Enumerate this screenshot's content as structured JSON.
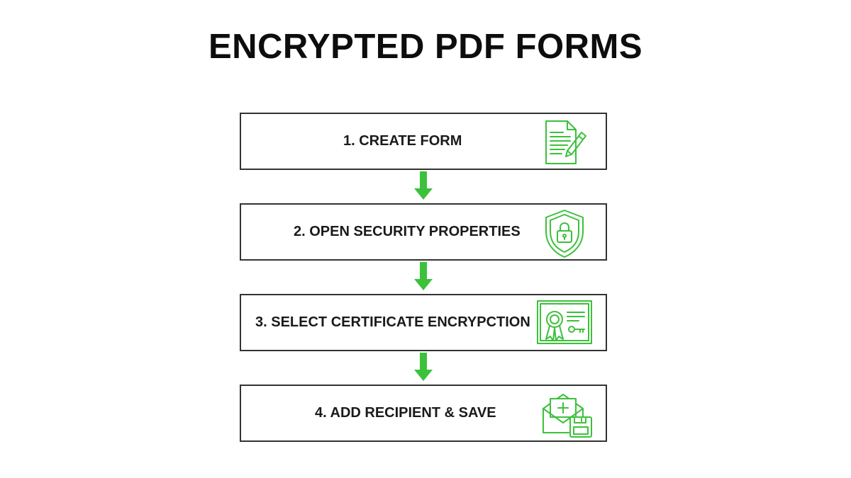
{
  "title": "ENCRYPTED PDF FORMS",
  "accent_color": "#3cc13b",
  "steps": [
    {
      "label": "1. CREATE FORM",
      "icon": "document-edit-icon"
    },
    {
      "label": "2. OPEN SECURITY PROPERTIES",
      "icon": "shield-lock-icon"
    },
    {
      "label": "3. SELECT CERTIFICATE ENCRYPCTION",
      "icon": "certificate-icon"
    },
    {
      "label": "4. ADD RECIPIENT & SAVE",
      "icon": "envelope-save-icon"
    }
  ]
}
